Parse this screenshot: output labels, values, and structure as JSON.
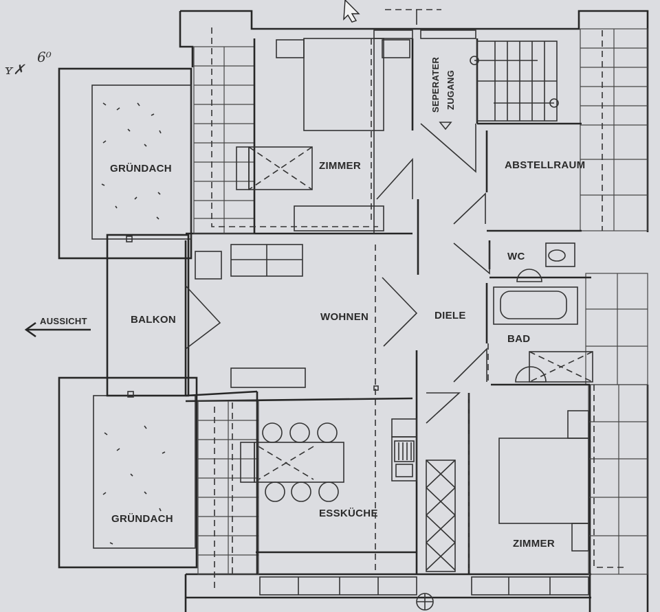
{
  "rooms": {
    "gruendach_top": "GRÜNDACH",
    "gruendach_bottom": "GRÜNDACH",
    "zimmer_top": "ZIMMER",
    "zimmer_bottom": "ZIMMER",
    "balkon": "BALKON",
    "wohnen": "WOHNEN",
    "diele": "DIELE",
    "abstellraum": "ABSTELLRAUM",
    "wc": "WC",
    "bad": "BAD",
    "esskueche": "ESSKÜCHE"
  },
  "entrance": {
    "line1": "SEPERATER",
    "line2": "ZUGANG"
  },
  "view": {
    "label": "AUSSICHT"
  },
  "annotations": {
    "margin_note_1": "6⁰",
    "margin_note_2": "ʏ✗"
  },
  "colors": {
    "paper": "#dcdde1",
    "ink": "#262626"
  }
}
